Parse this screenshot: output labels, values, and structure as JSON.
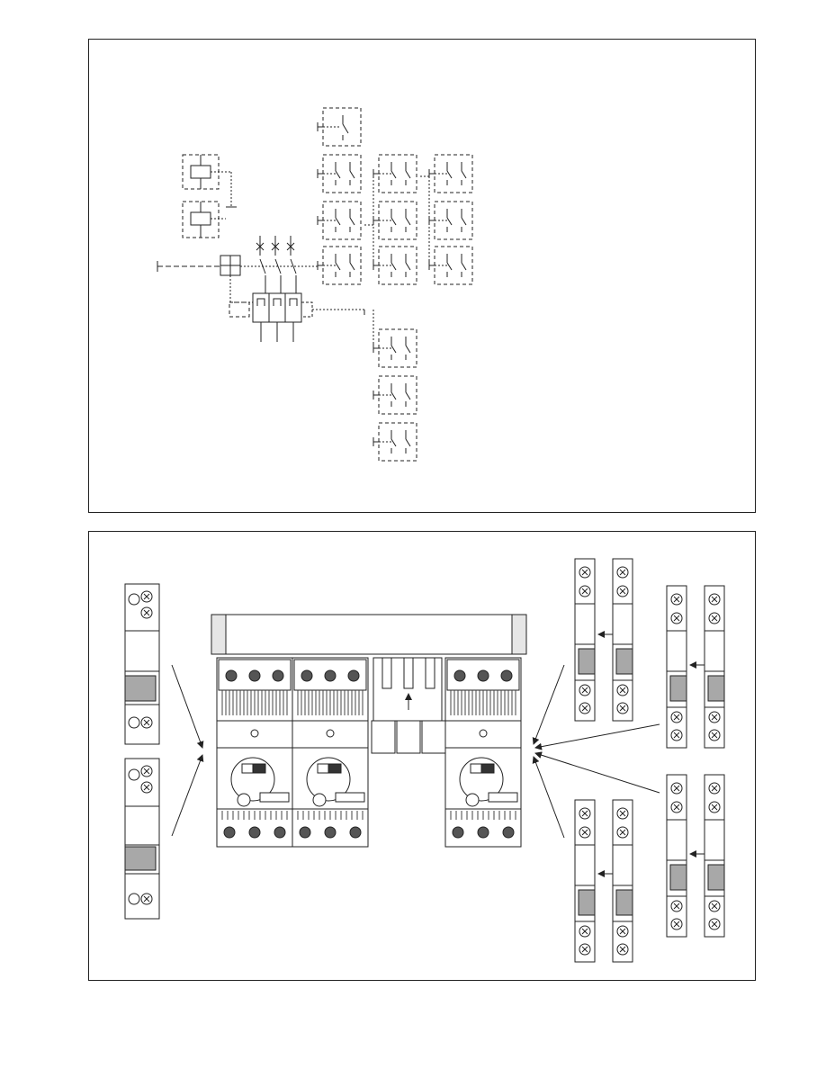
{
  "figure_top": {
    "kind": "schematic",
    "description_icons": [
      "auxiliary-contact-block",
      "coil-block",
      "isolator-switch",
      "overload-relay"
    ]
  },
  "figure_bottom": {
    "kind": "assembly-illustration",
    "description_icons": [
      "auxiliary-contact-module",
      "change-over-switch",
      "mounting-arrow"
    ]
  },
  "colors": {
    "line": "#222222",
    "grey_fill": "#a8a8a8",
    "light_fill": "#e6e6e6"
  }
}
